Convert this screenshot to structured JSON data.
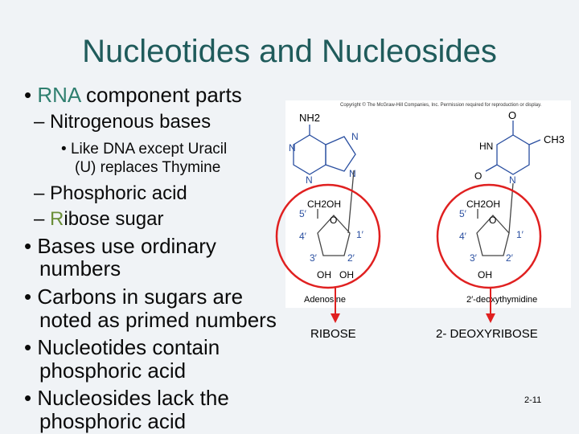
{
  "slide": {
    "title": "Nucleotides and Nucleosides",
    "bullets": {
      "b1_prefix": "RNA",
      "b1_rest": " component parts",
      "b1_sub1": "Nitrogenous bases",
      "b1_sub1_sub": "Like DNA except Uracil",
      "b1_sub1_sub_cont": "(U) replaces Thymine",
      "b1_sub2": "Phosphoric acid",
      "b1_sub3_first": "R",
      "b1_sub3_rest": "ibose sugar",
      "b2_line1": "Bases use ordinary",
      "b2_line2": "numbers",
      "b3_line1": "Carbons in sugars are",
      "b3_line2": "noted as primed numbers",
      "b4_line1": "Nucleotides contain",
      "b4_line2": "phosphoric acid",
      "b5_line1": "Nucleosides lack the",
      "b5_line2": "phosphoric acid"
    },
    "page_number": "2-11"
  },
  "figure": {
    "copyright": "Copyright © The McGraw-Hill Companies, Inc. Permission required for reproduction or display.",
    "left_molecule": {
      "nh2": "NH2",
      "n_labels": [
        "N",
        "N",
        "N",
        "N"
      ],
      "ch2oh": "CH2OH",
      "o": "O",
      "positions": [
        "5′",
        "4′",
        "1′",
        "3′",
        "2′"
      ],
      "oh_left": "OH",
      "oh_right": "OH",
      "name": "Adenosine",
      "caption": "RIBOSE"
    },
    "right_molecule": {
      "o_top": "O",
      "ch3": "CH3",
      "hn": "HN",
      "o_left": "O",
      "n": "N",
      "ch2oh": "CH2OH",
      "o": "O",
      "positions": [
        "5′",
        "4′",
        "1′",
        "3′",
        "2′"
      ],
      "oh": "OH",
      "name": "2′-deoxythymidine",
      "caption": "2- DEOXYRIBOSE"
    },
    "colors": {
      "highlight": "#e02020",
      "atom_blue": "#2a4fa0"
    }
  }
}
